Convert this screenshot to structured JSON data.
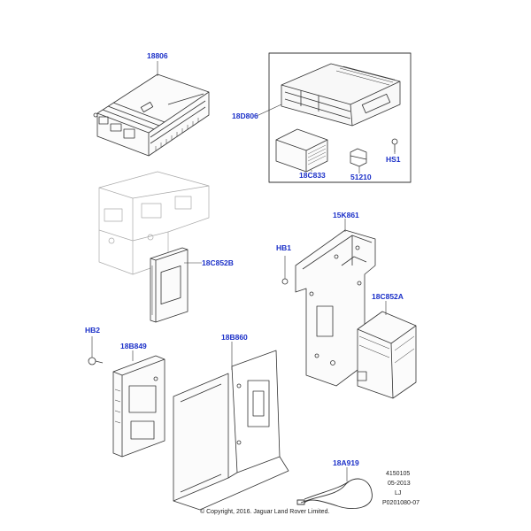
{
  "labels": {
    "p18806": "18806",
    "p18d806": "18D806",
    "p18c833": "18C833",
    "p51210": "51210",
    "phs1": "HS1",
    "p18c852b": "18C852B",
    "p15k861": "15K861",
    "phb1": "HB1",
    "p18c852a": "18C852A",
    "phb2": "HB2",
    "p18b849": "18B849",
    "p18b860": "18B860",
    "p18a919": "18A919"
  },
  "meta": {
    "code1": "4150105",
    "date": "05-2013",
    "initials": "LJ",
    "ref": "P0201080-07"
  },
  "copyright": "© Copyright, 2016. Jaguar Land Rover Limited."
}
